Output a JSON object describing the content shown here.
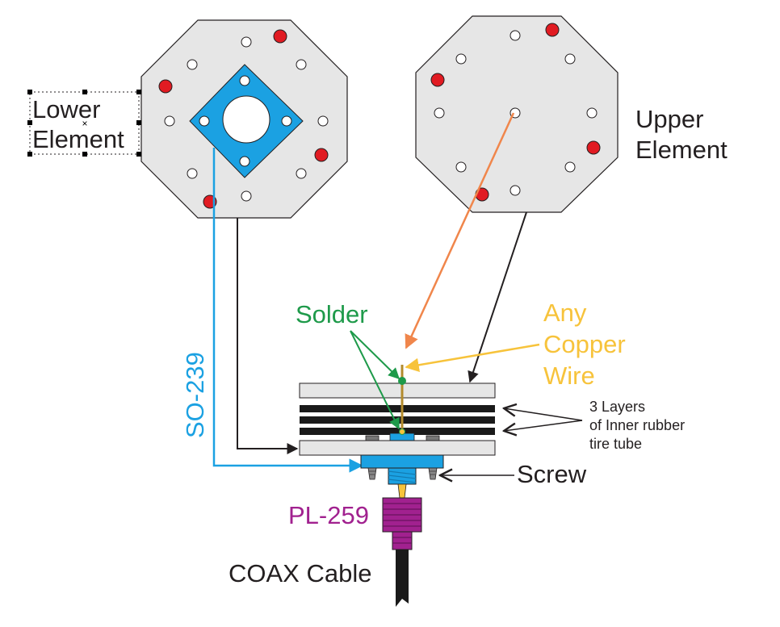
{
  "labels": {
    "lower_element_line1": "Lower",
    "lower_element_line2": "Element",
    "upper_element_line1": "Upper",
    "upper_element_line2": "Element",
    "solder": "Solder",
    "copper_line1": "Any",
    "copper_line2": "Copper",
    "copper_line3": "Wire",
    "layers_line1": "3 Layers",
    "layers_line2": "of Inner rubber",
    "layers_line3": "tire tube",
    "so239": "SO-239",
    "screw": "Screw",
    "pl259": "PL-259",
    "coax": "COAX Cable"
  },
  "colors": {
    "plate_fill": "#e6e6e6",
    "outline": "#231f20",
    "red_dot": "#e11b22",
    "so239_blue": "#1ba1e2",
    "solder_green": "#1e9a4a",
    "copper_yellow": "#f7c33b",
    "orange_wire": "#f0864b",
    "pl259_purple": "#a1218f",
    "rubber_black": "#1a1a1a"
  }
}
